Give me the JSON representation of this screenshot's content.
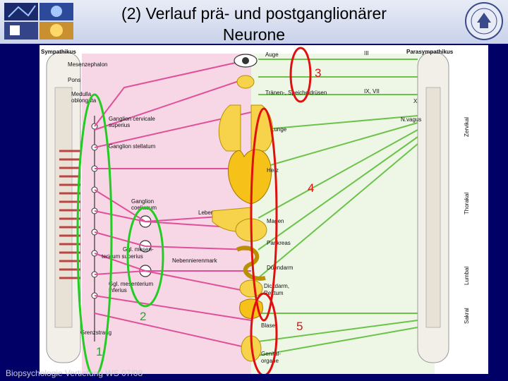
{
  "slide": {
    "title_line1": "(2) Verlauf prä- und postganglionärer",
    "title_line2": "Neurone",
    "footer": "Biopsychologie Vertiefung WS 07/08"
  },
  "diagram": {
    "left_header": "Sympathikus",
    "right_header": "Parasympathikus",
    "brain_labels": [
      "Mesenzephalon",
      "Pons",
      "Medulla",
      "oblongata"
    ],
    "ganglia_labels": [
      "Ganglion cervicale",
      "superius",
      "Ganglion stellatum",
      "Ganglion",
      "coeliacum",
      "Ggl. mesen-",
      "tericum superius",
      "Ggl. mesenterium",
      "inferius",
      "Grenzstrang"
    ],
    "organ_labels": [
      "Auge",
      "Tränen-, Speicheldrüsen",
      "Lunge",
      "Herz",
      "Leber",
      "Magen",
      "Pankreas",
      "Nebennierenmark",
      "Dünndarm",
      "Dickdarm,",
      "Rektum",
      "Blase",
      "Genital-",
      "organe"
    ],
    "cranial_nerves": [
      "III",
      "IX, VII",
      "X",
      "N.vagus"
    ],
    "spinal_regions": [
      "Zervikal",
      "Thorakal",
      "Lumbal",
      "Sakral"
    ],
    "annotations": [
      "3",
      "4",
      "2",
      "5",
      "1"
    ]
  },
  "colors": {
    "background": "#000066",
    "sympathetic": "#e0509a",
    "parasympathetic": "#6cc24a",
    "highlight_red": "#e01010",
    "highlight_green": "#22cc22"
  }
}
